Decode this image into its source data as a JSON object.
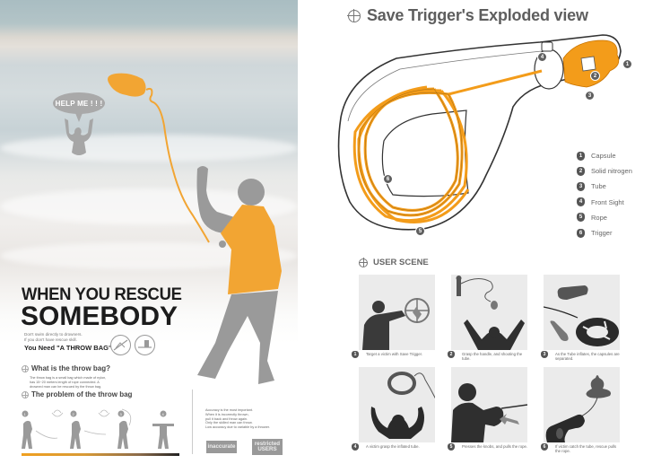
{
  "left": {
    "speech": "HELP ME ! ! !",
    "headline_line1": "WHEN YOU RESCUE",
    "headline_line2": "SOMEBODY",
    "warning_line1": "Don't swim directly to drowners.",
    "warning_line2": "If you don't have rescue skill.",
    "need": "You Need \"A THROW BAG\"",
    "icons": [
      "no-swimming-icon",
      "no-rescue-icon"
    ],
    "section_what": {
      "title": "What is the throw bag?",
      "description": "The throw bag is a small bag which made of nylon, has 15~20 meters length of rope connected. A drowned man can be rescued by the throw bag."
    },
    "section_problem": {
      "title": "The problem of the throw bag",
      "steps": [
        "1",
        "2",
        "3",
        "4"
      ]
    },
    "bullets": [
      "Accuracy is the most important.",
      "When it is incorrectly thrown,",
      "pull it back and throw again.",
      "Only the skilled man can throw.",
      "Low accuracy due to variable by a thrower."
    ],
    "tags": [
      {
        "label": "inaccurate"
      },
      {
        "label_line1": "restricted",
        "label_line2": "USERS"
      }
    ],
    "colors": {
      "accent": "#f2a533",
      "figure": "#9a9a9a"
    }
  },
  "right": {
    "title": "Save Trigger's  Exploded view",
    "diagram_badges": [
      "1",
      "2",
      "3",
      "4",
      "5",
      "6"
    ],
    "legend": [
      {
        "num": "1",
        "label": "Capsule"
      },
      {
        "num": "2",
        "label": "Solid nitrogen"
      },
      {
        "num": "3",
        "label": "Tube"
      },
      {
        "num": "4",
        "label": "Front Sight"
      },
      {
        "num": "5",
        "label": "Rope"
      },
      {
        "num": "6",
        "label": "Trigger"
      }
    ],
    "scene_title": "USER SCENE",
    "scenes": [
      {
        "num": "1",
        "caption": "Target a victim with Save Trigger."
      },
      {
        "num": "2",
        "caption": "Grasp the handle, and shooting the tube."
      },
      {
        "num": "3",
        "caption": "As the Tube inflates, the capsules are separated."
      },
      {
        "num": "4",
        "caption": "A victim grasp the inflated tube."
      },
      {
        "num": "5",
        "caption": "Presses the knobs, and pulls the rope."
      },
      {
        "num": "6",
        "caption": "If victim catch the tube, rescue pulls the rope."
      }
    ],
    "colors": {
      "accent": "#f39c1a",
      "badge": "#5a5a5a",
      "card": "#ebebeb"
    }
  }
}
